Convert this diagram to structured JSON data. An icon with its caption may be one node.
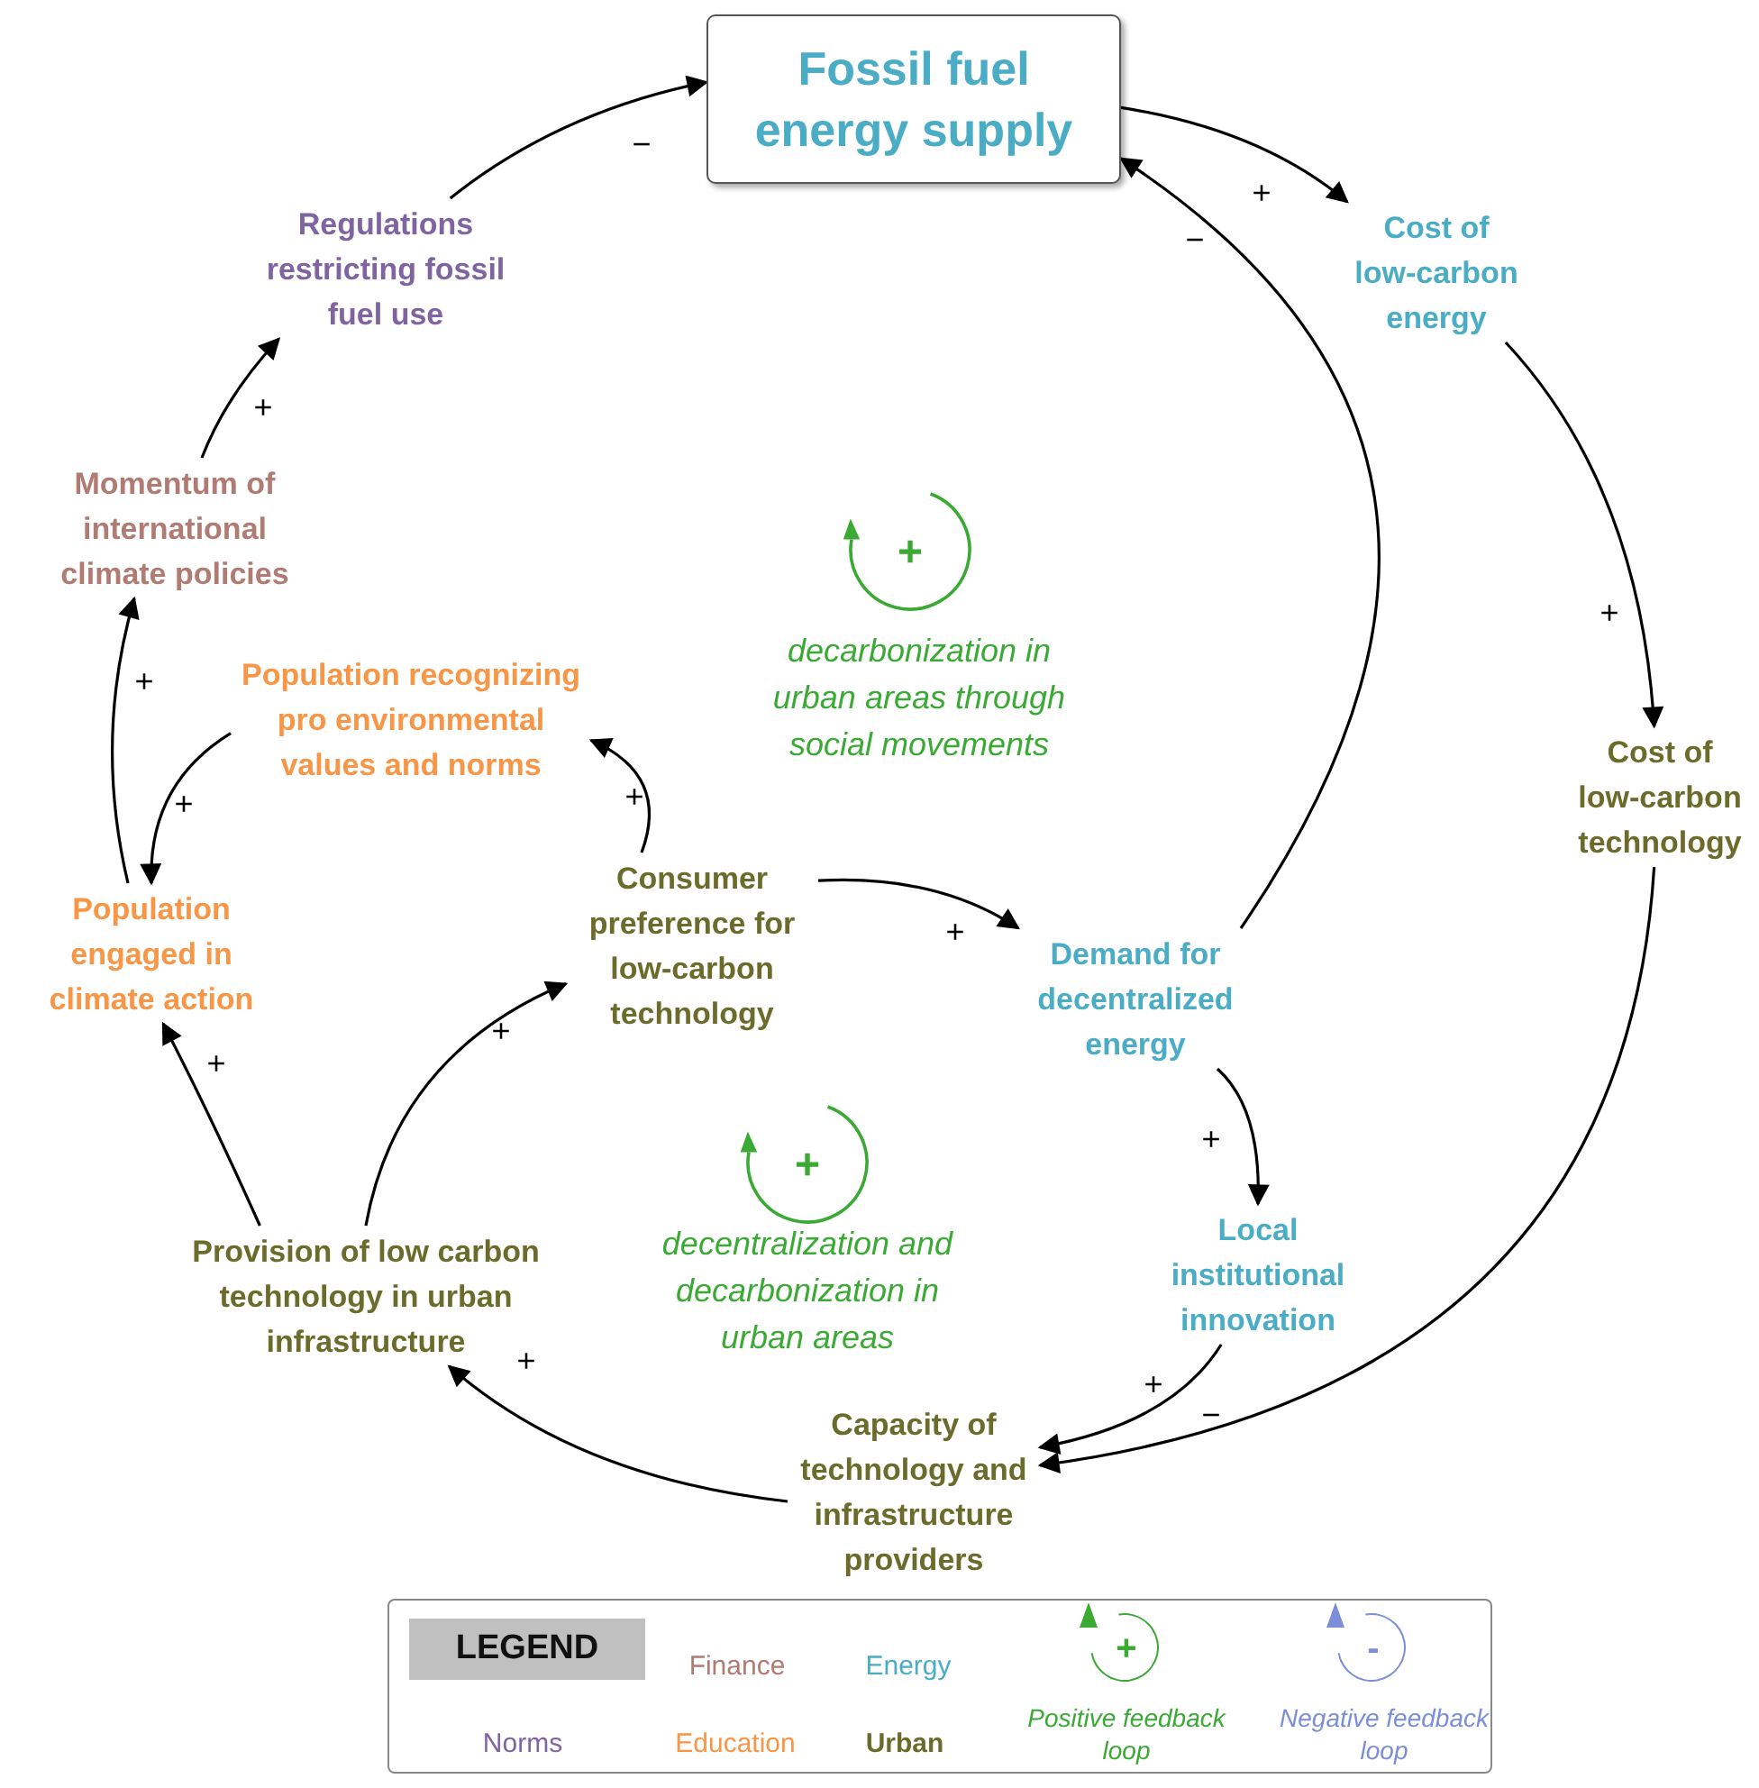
{
  "diagram": {
    "nodes": [
      {
        "text": [
          "Fossil fuel energy supply"
        ]
      },
      {
        "text": [
          "Cost of low-carbon energy"
        ]
      },
      {
        "text": [
          "Cost of low-carbon technology"
        ]
      },
      {
        "text": [
          "Regulations restricting fossil fuel use"
        ]
      },
      {
        "text": [
          "Momentum of international climate policies"
        ]
      },
      {
        "text": [
          "Population recognizing pro environmental values and norms"
        ]
      },
      {
        "text": [
          "Population engaged in climate action"
        ]
      },
      {
        "text": [
          "Consumer preference for low-carbon technology"
        ]
      },
      {
        "text": [
          "Demand for decentralized energy"
        ]
      },
      {
        "text": [
          "Local institutional innovation"
        ]
      },
      {
        "text": [
          "Provision of low carbon technology in urban infrastructure"
        ]
      },
      {
        "text": [
          "Capacity of technology and infrastructure providers"
        ]
      }
    ],
    "edges": [
      {
        "from": 3,
        "to": 0,
        "arrow": "to",
        "label": "−"
      },
      {
        "from": 0,
        "to": 1,
        "arrow": "to",
        "label": "+"
      },
      {
        "from": 8,
        "to": 0,
        "arrow": "to",
        "label": "−"
      },
      {
        "from": 1,
        "to": 2,
        "arrow": "to",
        "label": "+"
      },
      {
        "from": 2,
        "to": 11,
        "arrow": "to",
        "label": "−"
      },
      {
        "from": 9,
        "to": 11,
        "arrow": "to",
        "label": "+"
      },
      {
        "from": 8,
        "to": 9,
        "arrow": "to",
        "label": "+"
      },
      {
        "from": 7,
        "to": 8,
        "arrow": "to",
        "label": "+"
      },
      {
        "from": 7,
        "to": 5,
        "arrow": "to",
        "label": "+"
      },
      {
        "from": 10,
        "to": 7,
        "arrow": "to",
        "label": "+"
      },
      {
        "from": 10,
        "to": 6,
        "arrow": "to",
        "label": "+"
      },
      {
        "from": 11,
        "to": 10,
        "arrow": "to",
        "label": "+"
      },
      {
        "from": 6,
        "to": 4,
        "arrow": "to",
        "label": "+"
      },
      {
        "from": 5,
        "to": 6,
        "arrow": "to",
        "label": "+"
      },
      {
        "from": 4,
        "to": 3,
        "arrow": "to",
        "label": "+"
      }
    ],
    "labels": [
      "+",
      "decarbonization in urban areas through social movements",
      "+",
      "decentralization and decarbonization in urban areas",
      "LEGEND",
      "+",
      "-"
    ],
    "legend": [
      {
        "text": "Finance",
        "color": "#b07b72"
      },
      {
        "text": "Energy",
        "color": "#4bacc6"
      },
      {
        "text": "Norms",
        "color": "#8064a2"
      },
      {
        "text": "Education",
        "color": "#f79646"
      },
      {
        "text": "Urban",
        "color": "#6b6b2b"
      },
      {
        "text": "Positive feedback loop"
      },
      {
        "text": "Negative feedback loop"
      }
    ]
  }
}
